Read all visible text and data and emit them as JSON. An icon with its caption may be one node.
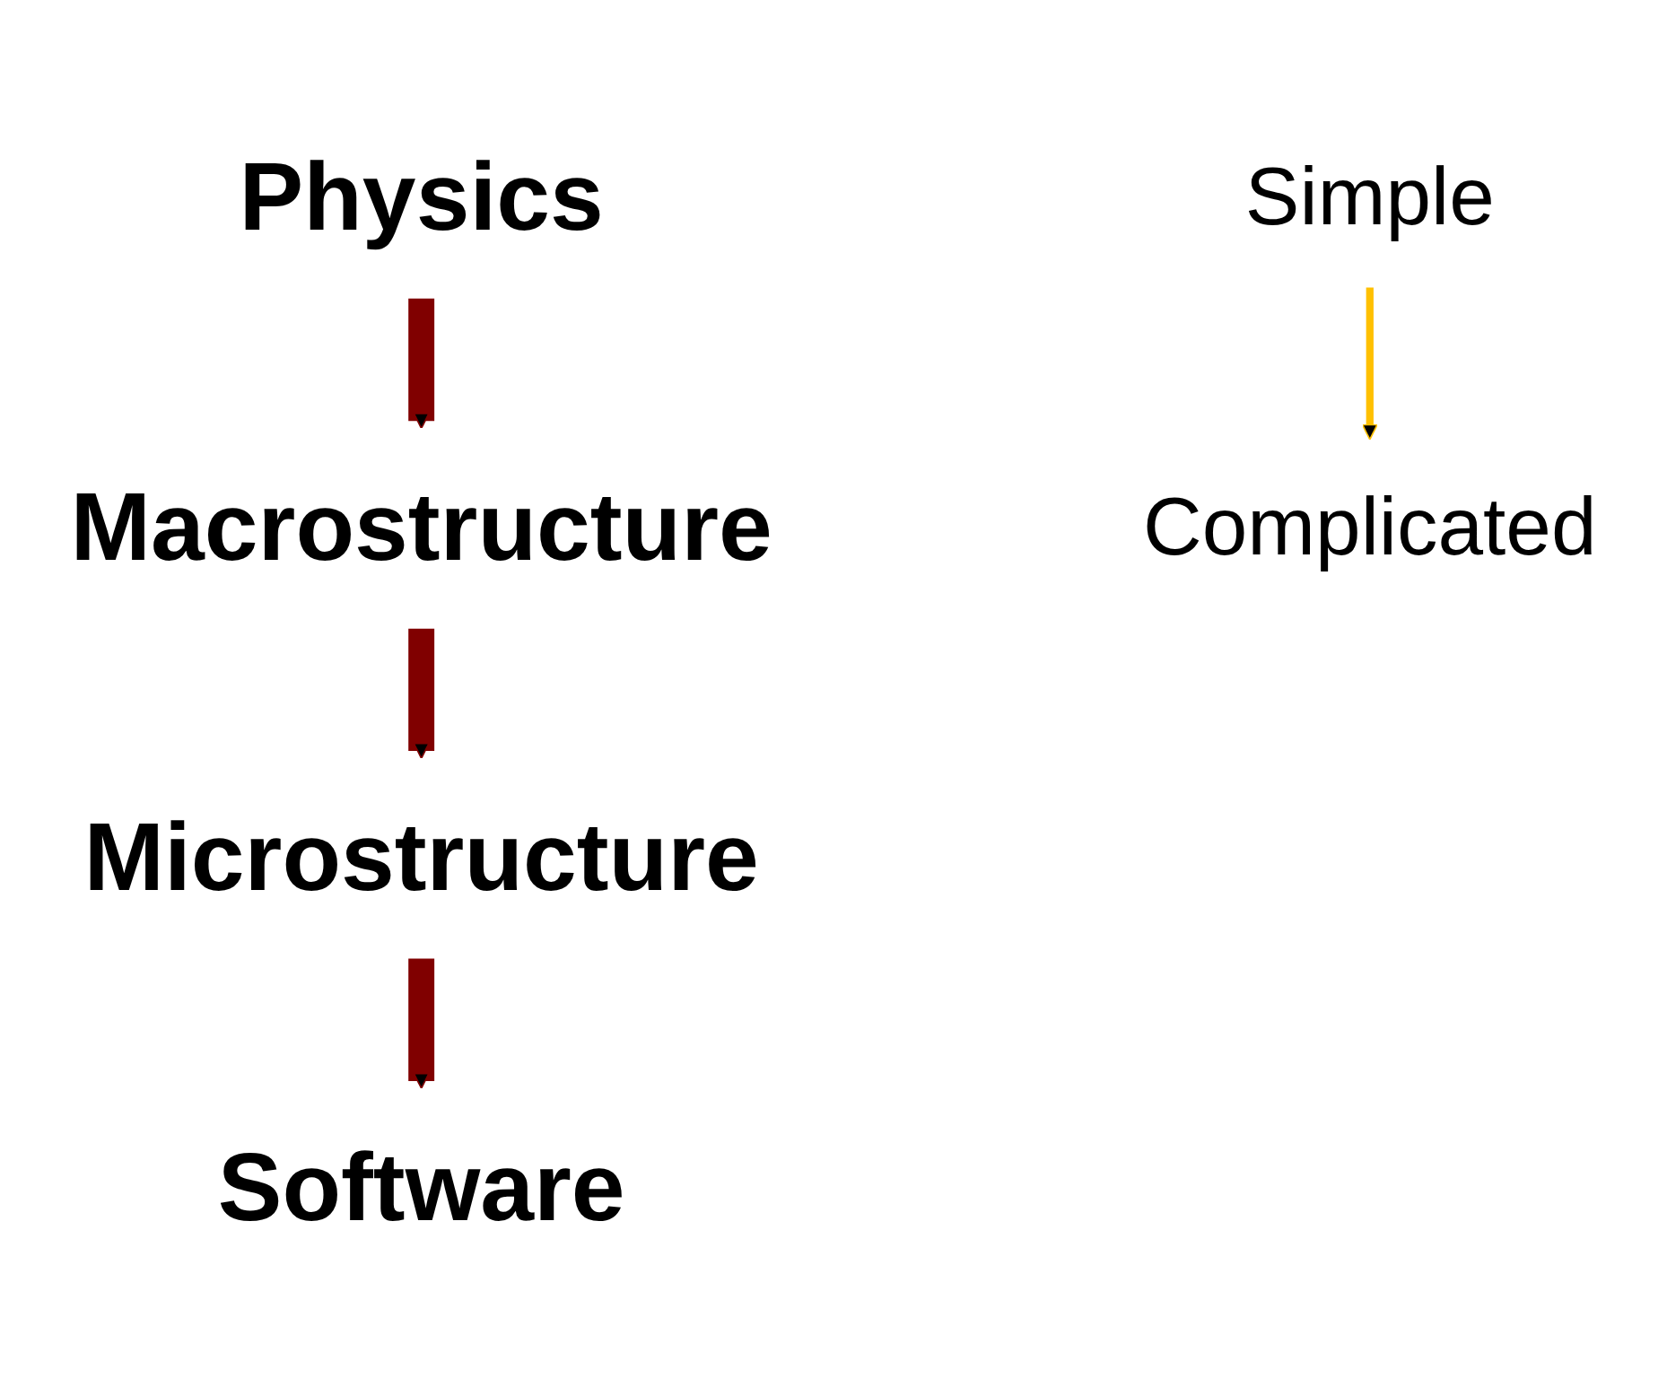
{
  "diagram": {
    "nodes": [
      {
        "text": [
          "Physics"
        ]
      },
      {
        "text": [
          "Macrostructure"
        ]
      },
      {
        "text": [
          "Microstructure"
        ]
      },
      {
        "text": [
          "Software"
        ]
      },
      {
        "text": [
          "Simple"
        ]
      },
      {
        "text": [
          "Complicated"
        ]
      }
    ],
    "edges": [
      {
        "from": 0,
        "to": 1,
        "arrow": "to"
      },
      {
        "from": 1,
        "to": 2,
        "arrow": "to"
      },
      {
        "from": 2,
        "to": 3,
        "arrow": "to"
      },
      {
        "from": 4,
        "to": 5,
        "arrow": "to",
        "color": "#ffc000"
      }
    ]
  }
}
